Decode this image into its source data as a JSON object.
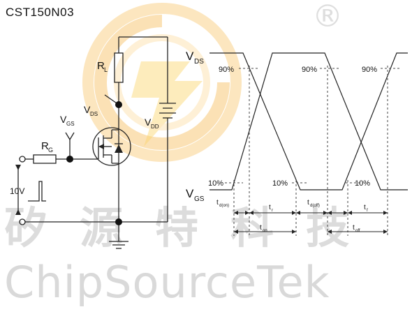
{
  "header": {
    "part_number": "CST150N03",
    "registered_mark": "®"
  },
  "watermark": {
    "chinese": "矽源特科技",
    "english": "ChipSourceTek",
    "logo": "chipsourcetek-logo"
  },
  "circuit": {
    "rl": {
      "main": "R",
      "sub": "L"
    },
    "rg": {
      "main": "R",
      "sub": "G"
    },
    "vds": {
      "main": "V",
      "sub": "DS"
    },
    "vgs": {
      "main": "V",
      "sub": "GS"
    },
    "vdd": {
      "main": "V",
      "sub": "DD"
    },
    "pulse": "10V"
  },
  "waveform": {
    "vds": {
      "main": "V",
      "sub": "DS"
    },
    "vgs": {
      "main": "V",
      "sub": "GS"
    },
    "pct90_1": "90%",
    "pct90_2": "90%",
    "pct90_3": "90%",
    "pct10_1": "10%",
    "pct10_2": "10%",
    "pct10_3": "10%",
    "td_on": {
      "main": "t",
      "sub": "d(on)"
    },
    "tr": {
      "main": "t",
      "sub": "r"
    },
    "td_off": {
      "main": "t",
      "sub": "d(off)"
    },
    "tf": {
      "main": "t",
      "sub": "f"
    },
    "ton": {
      "main": "t",
      "sub": "on"
    },
    "toff": {
      "main": "t",
      "sub": "off"
    }
  },
  "colors": {
    "logo_orange": "#f6b24a",
    "logo_yellow": "#fbd46a",
    "watermark_gray": "#dcdcdc",
    "line": "#222222"
  }
}
